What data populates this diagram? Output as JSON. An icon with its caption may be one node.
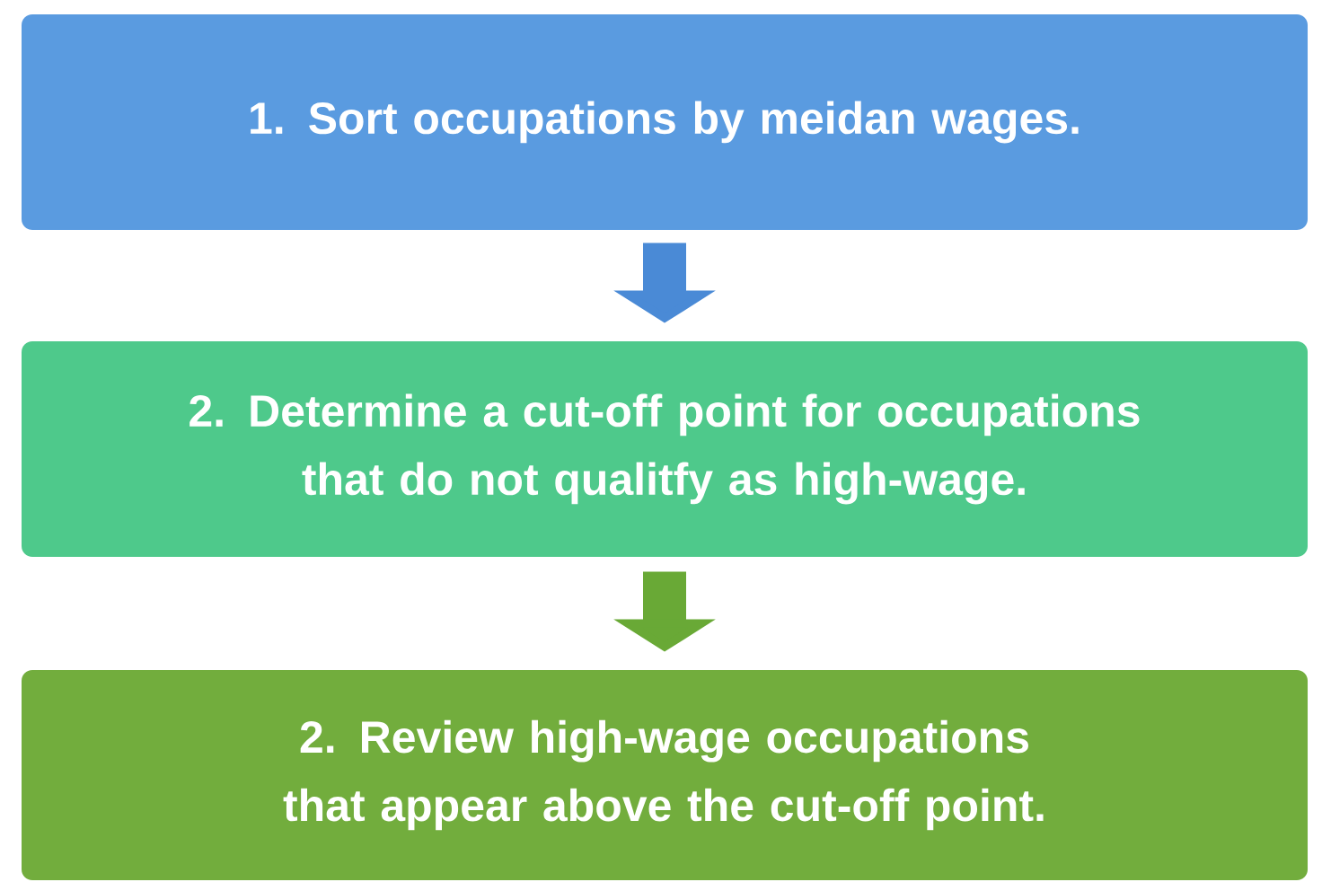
{
  "diagram": {
    "nodes": [
      {
        "text": [
          "1.  Sort occupations by meidan wages."
        ]
      },
      {
        "text": [
          "2.  Determine a cut-off point for occupations that do not qualitfy as high-wage."
        ]
      },
      {
        "text": [
          "2.  Review high-wage occupations that appear above the cut-off point."
        ]
      }
    ],
    "edges": [
      {
        "from": 0,
        "to": 1,
        "arrow": "to",
        "color": "#4a8ad6"
      },
      {
        "from": 1,
        "to": 2,
        "arrow": "to",
        "color": "#69a936"
      }
    ]
  }
}
